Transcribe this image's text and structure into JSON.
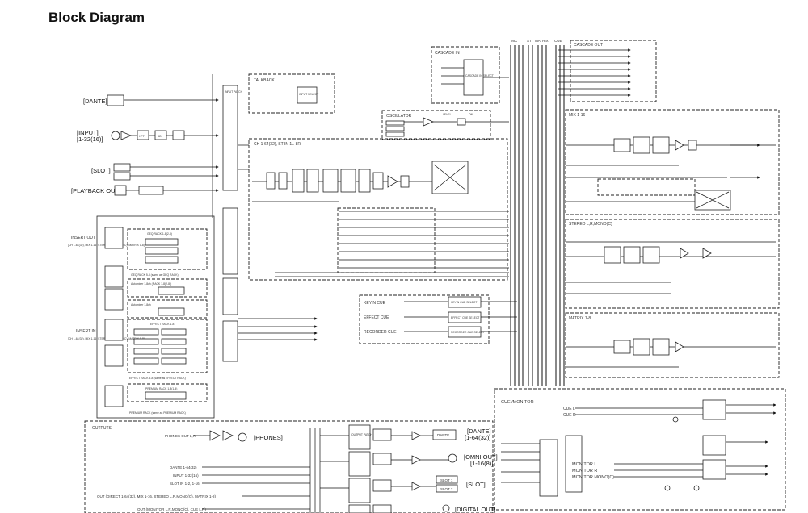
{
  "title": "Block Diagram",
  "inputs": {
    "dante": "[DANTE]",
    "input": "[INPUT]",
    "input_range": "[1-32(16)]",
    "slot": "[SLOT]",
    "playback_out": "[PLAYBACK OUT]",
    "hpf": "HPF",
    "ad": "AD"
  },
  "blocks": {
    "talkback": "TALKBACK",
    "input_select": "INPUT SELECT",
    "input_patch": "INPUT PATCH",
    "cascade_in": "CASCADE IN",
    "cascade_in_select": "CASCADE IN SELECT",
    "cascade_out": "CASCADE OUT",
    "oscillator": "OSCILLATOR",
    "level": "LEVEL",
    "on": "ON",
    "ch_strip": "CH 1-64(32), ST IN 1L-8R",
    "insert_out": "INSERT OUT",
    "insert_out_sub": "[CH 1-64(32), MIX 1-16, STEREO L,R,MONO(C), MATRIX 1-8]",
    "insert_in": "INSERT IN",
    "insert_in_sub": "[CH 1-64(32), MIX 1-16, STEREO L,R,MONO(C), MATRIX 1-8]",
    "geq_rack": "GEQ RACK 1-8(2-8)",
    "geq_rack_same": "GEQ RACK 5-8 (same as GEQ RACK)",
    "automixer": "Automixer 1-8ch (RACK 1-8(2-8))",
    "automixer_same": "Automixer 1-8ch",
    "effect_rack": "EFFECT RACK 1-8",
    "effect_rack_same": "EFFECT RACK 5-8 (same as EFFECT RACK)",
    "premium_rack": "PREMIUM RACK 1-8(1-4)",
    "premium_rack_same": "PREMIUM RACK (same as PREMIUM RACK)",
    "keyin_cue": "KEYIN CUE",
    "keyin_cue_select": "KEYIN CUE SELECT",
    "effect_cue": "EFFECT CUE",
    "effect_cue_select": "EFFECT CUE SELECT",
    "recorder_cue": "RECORDER CUE",
    "recorder_cue_select": "RECORDER CUE SELECT",
    "mix": "MIX 1-16",
    "stereo": "STEREO L,R,MONO(C)",
    "matrix": "MATRIX 1-8",
    "cue_monitor": "CUE /MONITOR",
    "outputs": "OUTPUTS",
    "output_patch": "OUTPUT PATCH",
    "monitor_l": "MONITOR L",
    "monitor_r": "MONITOR R",
    "monitor_mono": "MONITOR MONO(C)",
    "cue_l": "CUE L",
    "cue_r": "CUE R"
  },
  "bus_labels": [
    "MIX",
    "ST",
    "MATRIX",
    "CUE"
  ],
  "outputs": {
    "phones": "[PHONES]",
    "phones_out": "PHONES OUT L,R",
    "dante_out": "[DANTE]",
    "dante_out_range": "[1-64(32)]",
    "omni_out": "[OMNI OUT]",
    "omni_out_range": "[1-16(8)]",
    "slot_out": "[SLOT]",
    "digital_out": "[DIGITAL OUT]",
    "dante_range_src": "DANTE 1-64(32)",
    "input_range_src": "INPUT 1-32(16)",
    "slot_range_src": "SLOT IN 1-2, 1-16",
    "out_direct": "OUT (DIRECT 1-64(32), MIX 1-16, STEREO L,R,MONO(C), MATRIX 1-8)",
    "out_monitor": "OUT (MONITOR L,R,MONO(C), CUE L,R)",
    "dante_box": "DANTE",
    "slot1": "SLOT 1",
    "slot2": "SLOT 2"
  },
  "colors": {
    "line": "#111111",
    "box_stroke": "#222222",
    "background": "#ffffff"
  }
}
